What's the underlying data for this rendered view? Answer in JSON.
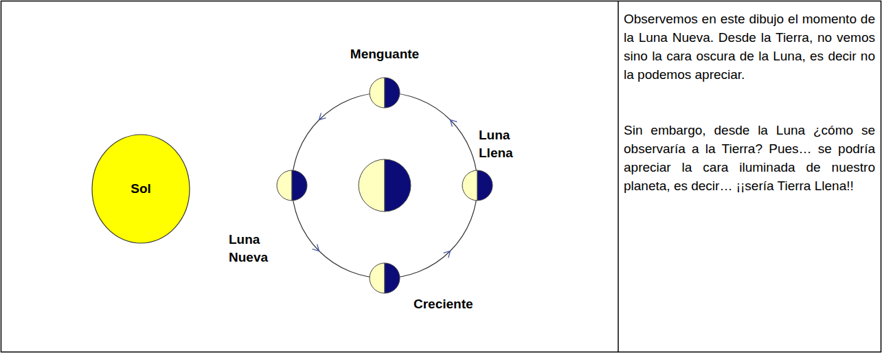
{
  "diagram": {
    "nodes": [
      {
        "text": [
          "Sol"
        ]
      }
    ],
    "labels": [
      "Menguante",
      "Luna Llena",
      "Luna Nueva",
      "Creciente",
      "Observemos en este dibujo el momento de la Luna Nueva. Desde la Tierra, no vemos sino la cara oscura de la Luna, es decir no la podemos apreciar.",
      "Sin embargo, desde la Luna ¿cómo se observaría a la Tierra? Pues… se podría apreciar la cara iluminada de nuestro planeta, es decir… ¡¡sería Tierra Llena!!"
    ]
  }
}
